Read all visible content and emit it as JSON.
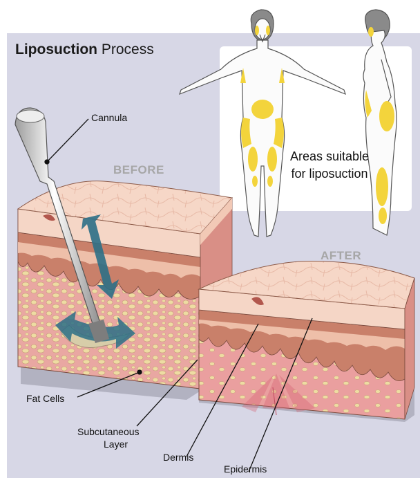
{
  "title": {
    "bold": "Liposuction",
    "rest": " Process"
  },
  "stages": {
    "before": "BEFORE",
    "after": "AFTER"
  },
  "areas_note": "Areas suitable for liposuction",
  "labels": {
    "cannula": "Cannula",
    "fat_cells": "Fat Cells",
    "subcutaneous_line1": "Subcutaneous",
    "subcutaneous_line2": "Layer",
    "dermis": "Dermis",
    "epidermis": "Epidermis"
  },
  "colors": {
    "background_panel": "#d7d7e6",
    "epidermis": "#f5d6c6",
    "dermis": "#c9806a",
    "subcutaneous": "#e7a3a3",
    "fat": "#eadaa0",
    "highlight_areas": "#f3d43c",
    "arrow": "#2c6f86"
  }
}
